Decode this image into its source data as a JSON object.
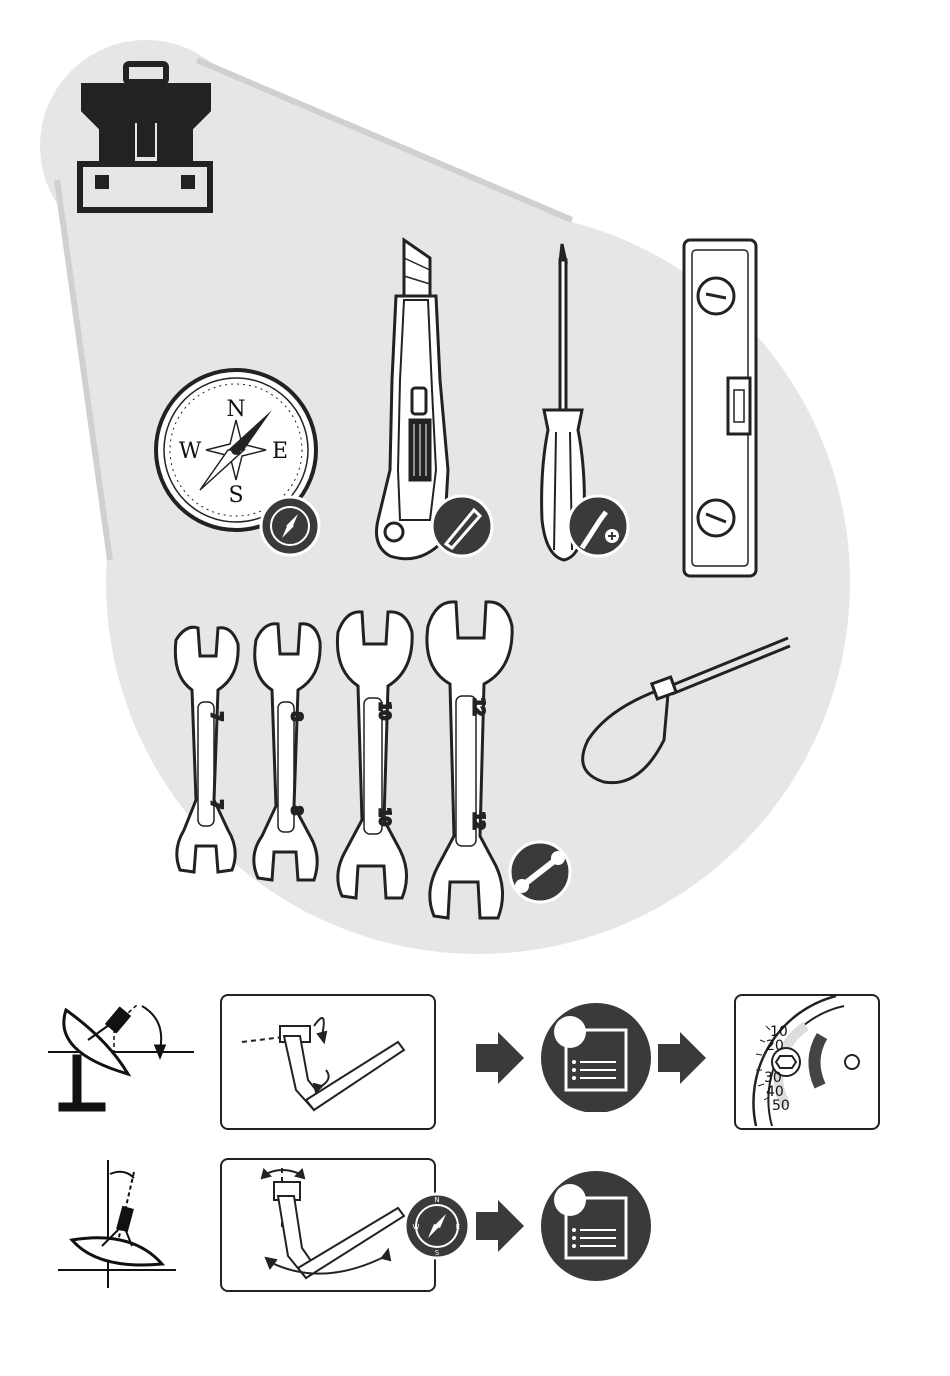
{
  "compass": {
    "north": "N",
    "east": "E",
    "south": "S",
    "west": "W"
  },
  "badge_compass": {
    "north": "N",
    "east": "E",
    "south": "S",
    "west": "W"
  },
  "wrenches": [
    {
      "top": "7",
      "bottom": "7"
    },
    {
      "top": "8",
      "bottom": "8"
    },
    {
      "top": "10",
      "bottom": "10"
    },
    {
      "top": "12",
      "bottom": "12"
    }
  ],
  "protractor_ticks": [
    "10",
    "20",
    "30",
    "40",
    "50"
  ],
  "icons": {
    "toolbox": "toolbox-icon",
    "compass": "compass-icon",
    "cutter": "utility-knife-icon",
    "screwdriver": "phillips-screwdriver-icon",
    "level": "spirit-level-icon",
    "wrench": "open-end-wrench-icon",
    "cable_tie": "cable-tie-icon",
    "manual": "manual-document-icon",
    "arrow": "right-arrow-icon"
  },
  "colors": {
    "bubble": "#e6e6e6",
    "badge": "#3a3a3a",
    "ink": "#111111"
  }
}
